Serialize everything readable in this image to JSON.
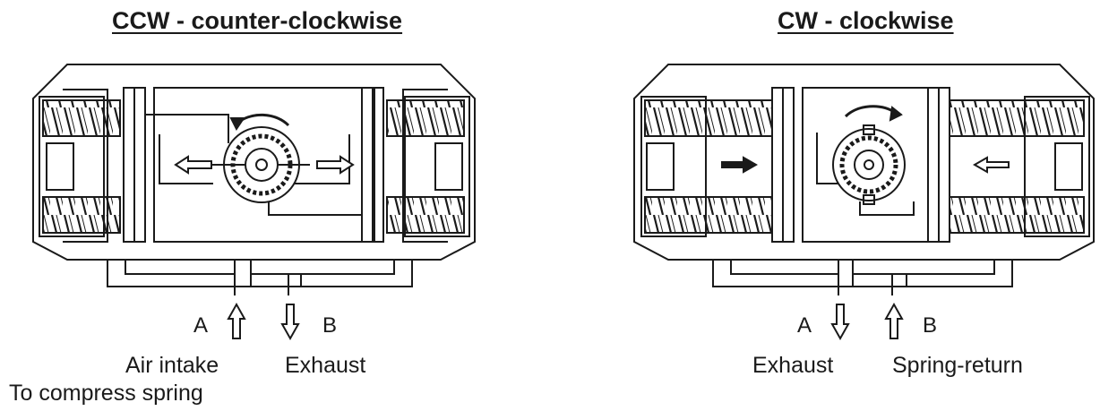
{
  "left_panel": {
    "title": "CCW - counter-clockwise",
    "port_a": "A",
    "port_b": "B",
    "port_a_label": "Air intake",
    "port_b_label": "Exhaust",
    "note": "To compress spring"
  },
  "right_panel": {
    "title": "CW - clockwise",
    "port_a": "A",
    "port_b": "B",
    "port_a_label": "Exhaust",
    "port_b_label": "Spring-return"
  },
  "colors": {
    "line": "#1a1a1a",
    "background": "#ffffff"
  }
}
